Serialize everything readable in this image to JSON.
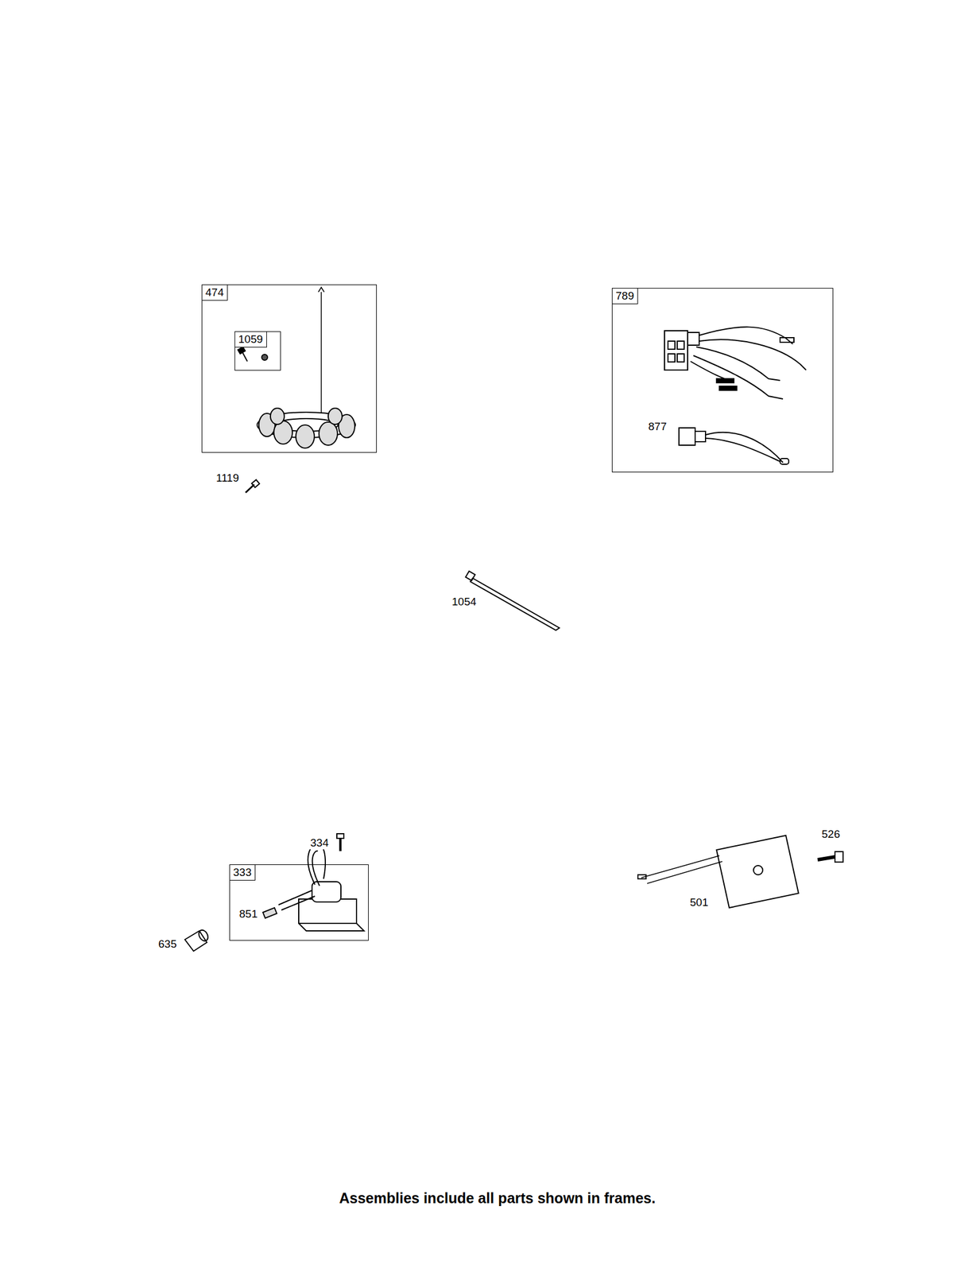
{
  "diagram": {
    "caption": "Assemblies include all parts shown in frames.",
    "nodes": [
      {
        "text": [
          "474"
        ]
      },
      {
        "text": [
          "1059"
        ],
        "in": 0
      },
      {
        "text": [
          "789",
          "877"
        ]
      },
      {
        "text": [
          "333",
          "851"
        ]
      }
    ],
    "labels": [
      "1119",
      "1054",
      "334",
      "635",
      "526",
      "501"
    ]
  }
}
